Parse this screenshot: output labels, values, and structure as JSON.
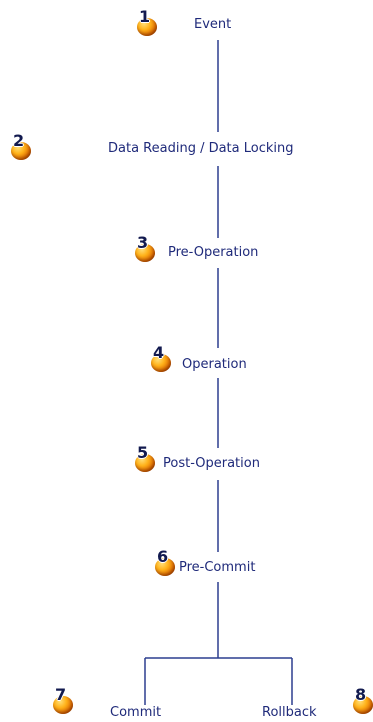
{
  "steps": [
    {
      "number": "1",
      "label": "Event"
    },
    {
      "number": "2",
      "label": "Data Reading / Data Locking"
    },
    {
      "number": "3",
      "label": "Pre-Operation"
    },
    {
      "number": "4",
      "label": "Operation"
    },
    {
      "number": "5",
      "label": "Post-Operation"
    },
    {
      "number": "6",
      "label": "Pre-Commit"
    },
    {
      "number": "7",
      "label": "Commit"
    },
    {
      "number": "8",
      "label": "Rollback"
    }
  ],
  "colors": {
    "text": "#1f2a7a",
    "connector": "#2c3e8f",
    "badge": "#f28c00",
    "badge_number": "#121a4f"
  }
}
